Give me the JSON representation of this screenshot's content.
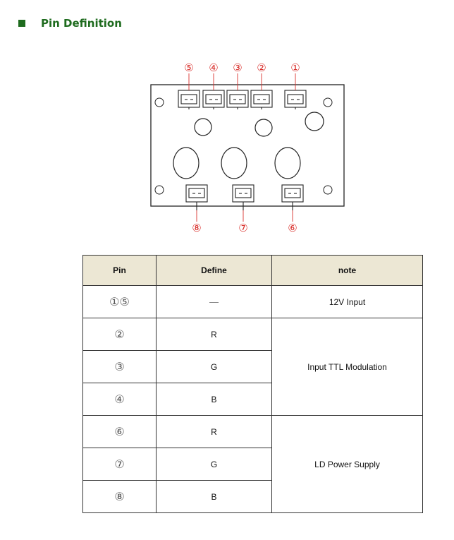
{
  "section": {
    "title": "Pin Definition"
  },
  "diagram": {
    "top_labels": [
      "⑤",
      "④",
      "③",
      "②",
      "①"
    ],
    "bottom_labels": [
      "⑧",
      "⑦",
      "⑥"
    ],
    "label_color": "#d9302c"
  },
  "table": {
    "headers": {
      "pin": "Pin",
      "define": "Define",
      "note": "note"
    },
    "rows": [
      {
        "pin": "①⑤",
        "define": "—",
        "note": "12V Input"
      },
      {
        "pin": "②",
        "define": "R"
      },
      {
        "pin": "③",
        "define": "G"
      },
      {
        "pin": "④",
        "define": "B"
      },
      {
        "pin": "⑥",
        "define": "R"
      },
      {
        "pin": "⑦",
        "define": "G"
      },
      {
        "pin": "⑧",
        "define": "B"
      }
    ],
    "notes": {
      "ttl": "Input TTL Modulation",
      "ld": "LD Power Supply"
    },
    "header_bg": "#ece7d4"
  }
}
